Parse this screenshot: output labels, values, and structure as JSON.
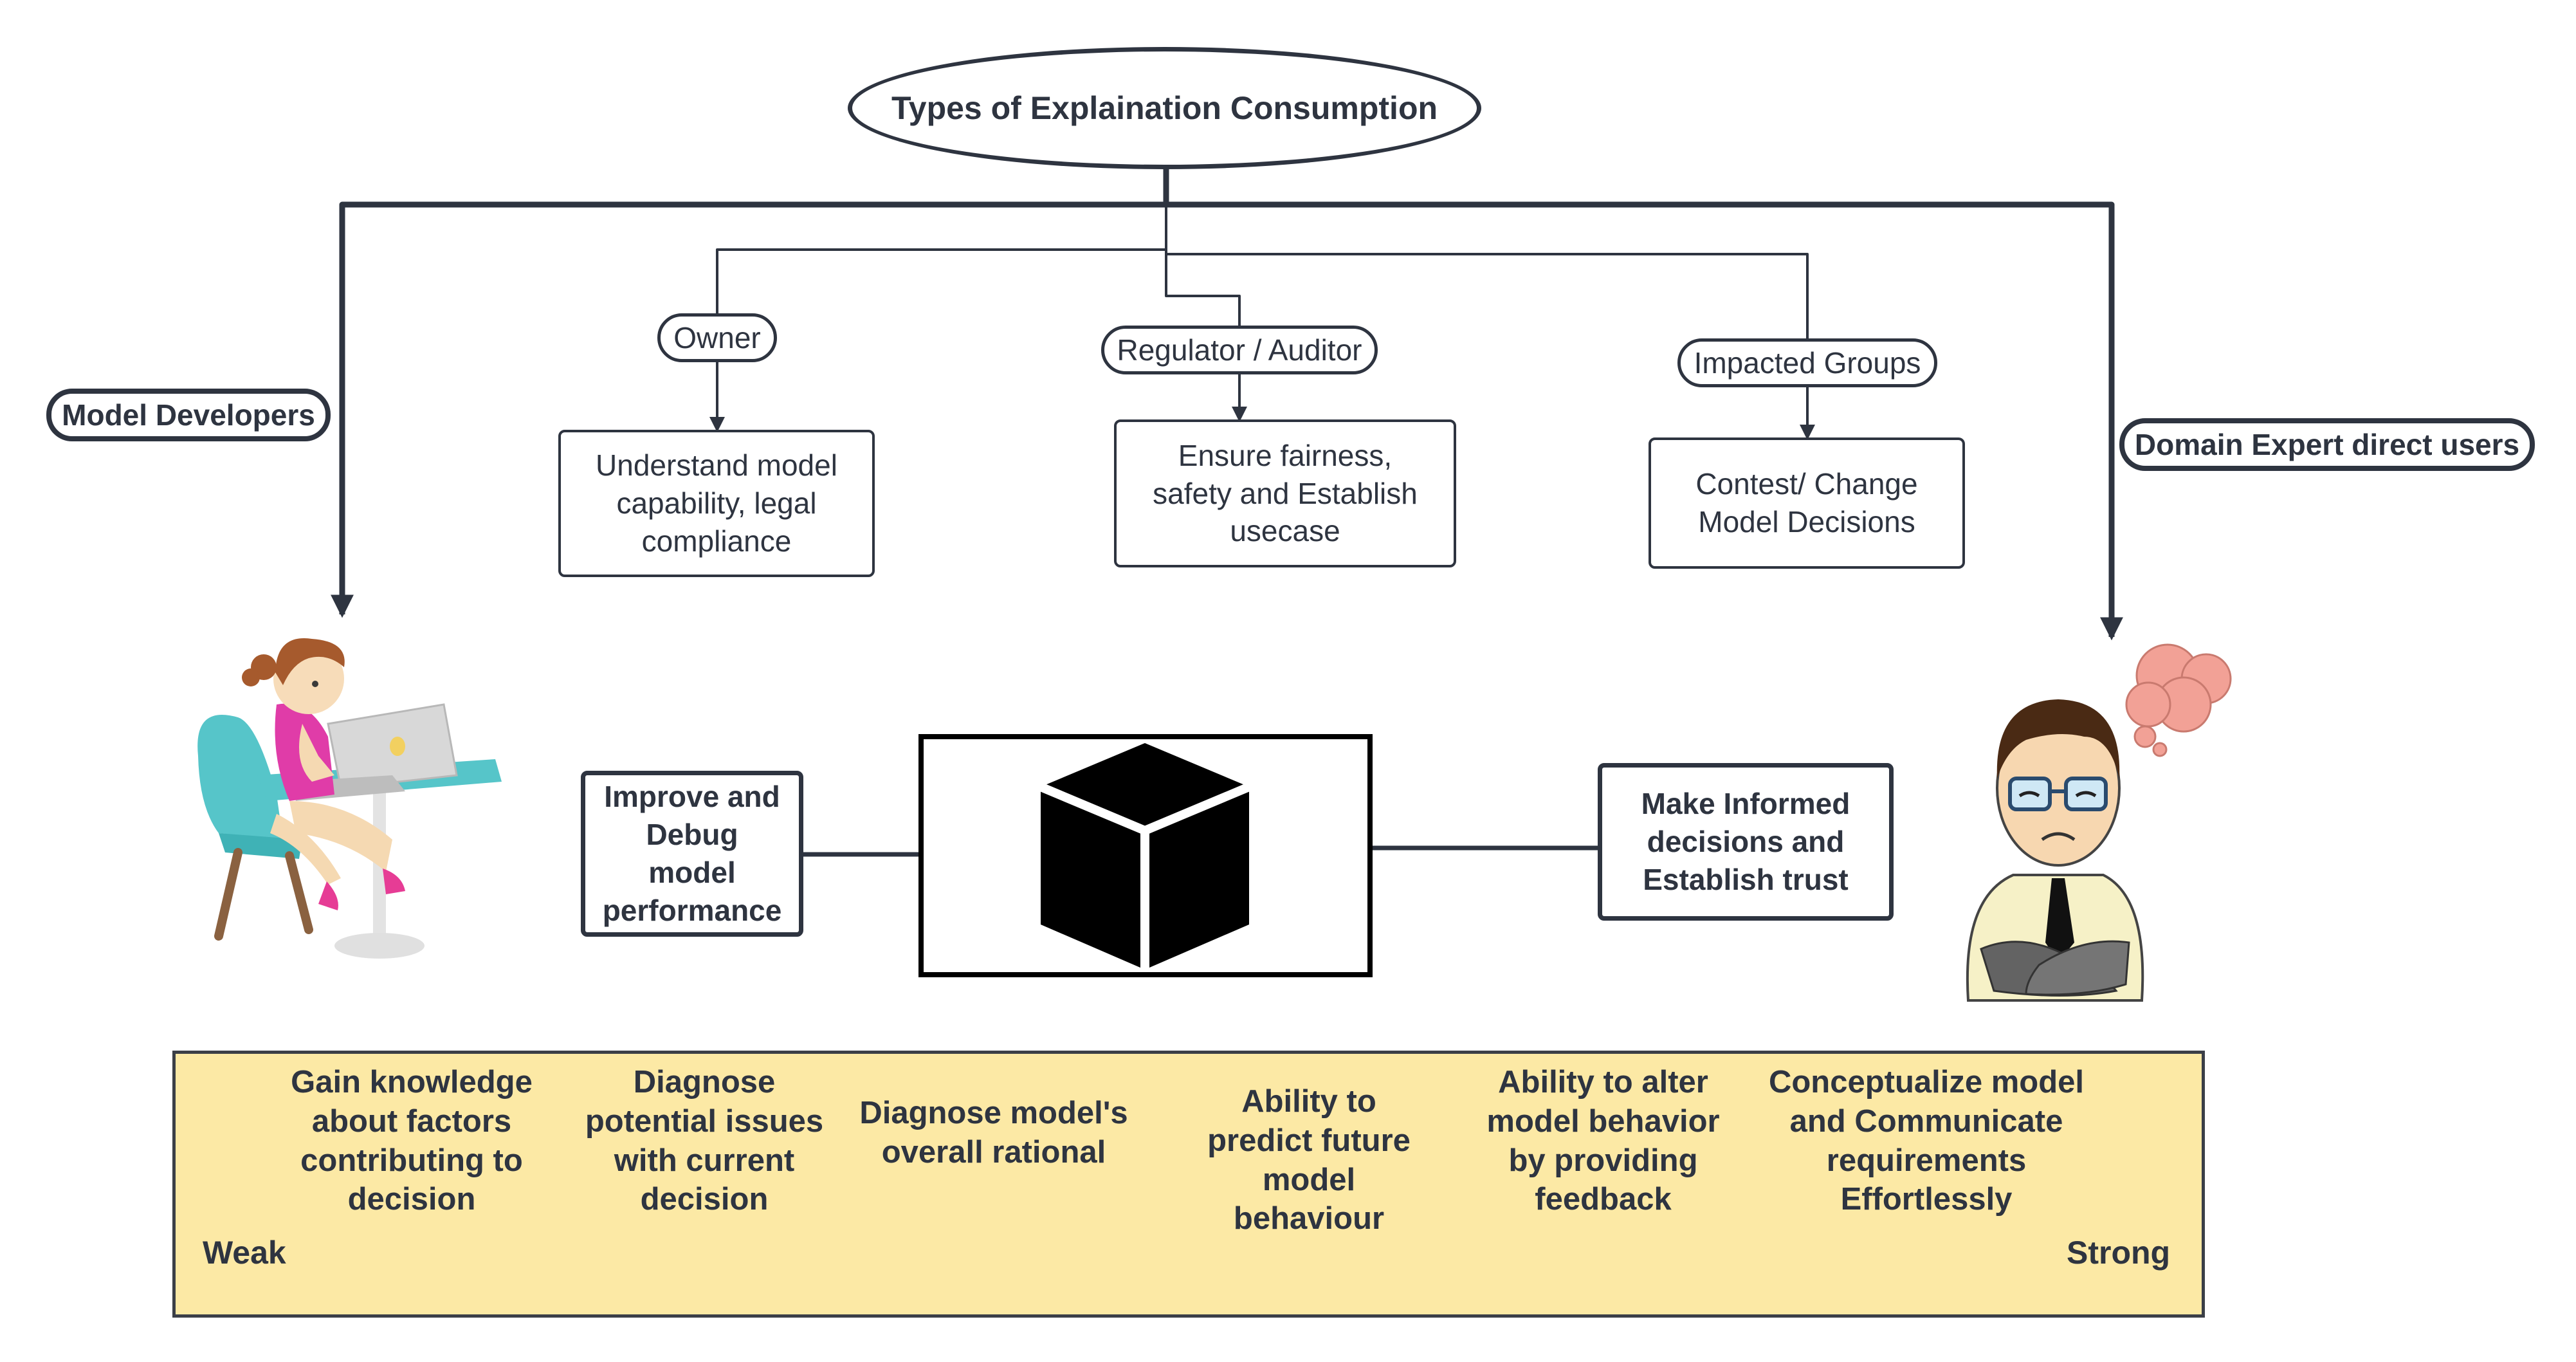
{
  "title": "Types of Explaination Consumption",
  "side_labels": {
    "left": "Model Developers",
    "right": "Domain Expert direct users"
  },
  "groups": [
    {
      "label": "Owner",
      "goal": "Understand model capability, legal compliance"
    },
    {
      "label": "Regulator / Auditor",
      "goal": "Ensure fairness, safety and Establish usecase"
    },
    {
      "label": "Impacted Groups",
      "goal": "Contest/ Change Model Decisions"
    }
  ],
  "left_goal": "Improve and Debug model performance",
  "right_goal": "Make Informed decisions and Establish trust",
  "spectrum": {
    "weak_label": "Weak",
    "strong_label": "Strong",
    "stages": [
      "Gain knowledge about factors contributing to decision",
      "Diagnose potential issues with current decision",
      "Diagnose model's overall rational",
      "Ability to predict future model behaviour",
      "Ability to alter model behavior by providing feedback",
      "Conceptualize model and Communicate requirements Effortlessly"
    ]
  },
  "colors": {
    "ink": "#2e3440",
    "band_fill": "#fce9a5",
    "thought_bubble": "#f2a196"
  }
}
